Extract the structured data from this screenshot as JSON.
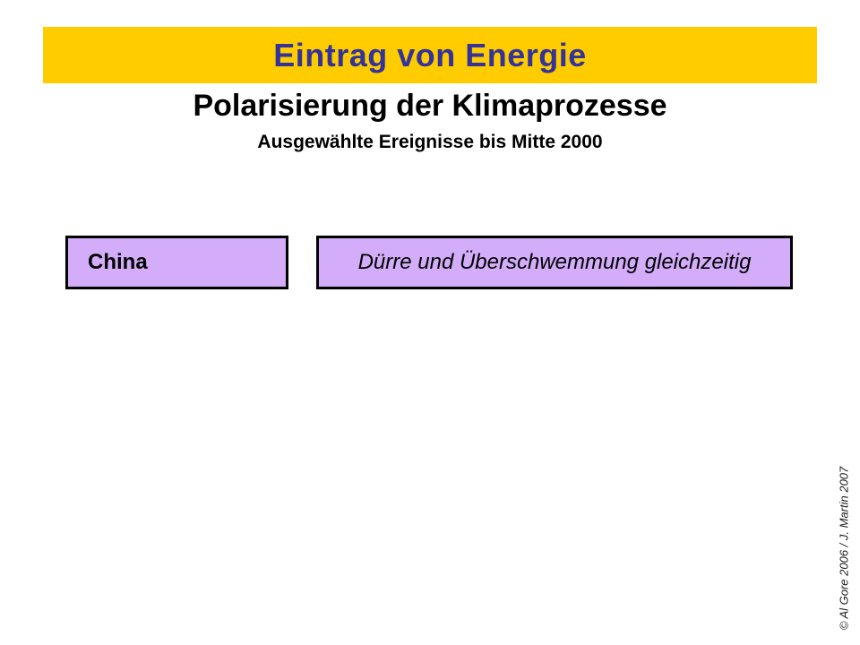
{
  "banner": {
    "title": "Eintrag von Energie"
  },
  "heading": {
    "title": "Polarisierung der Klimaprozesse",
    "subtitle": "Ausgewählte Ereignisse bis Mitte 2000"
  },
  "boxes": [
    {
      "label": "China",
      "text_style": "bold"
    },
    {
      "label": "Dürre und Überschwemmung gleichzeitig",
      "text_style": "italic"
    }
  ],
  "footer": {
    "credit": "© Al Gore 2006 /  J. Martin 2007"
  },
  "colors": {
    "banner_bg": "#FFCC00",
    "banner_text": "#333399",
    "box_bg": "#D4ADFA",
    "box_border": "#000000",
    "body_text": "#000000",
    "page_bg": "#FFFFFF"
  }
}
